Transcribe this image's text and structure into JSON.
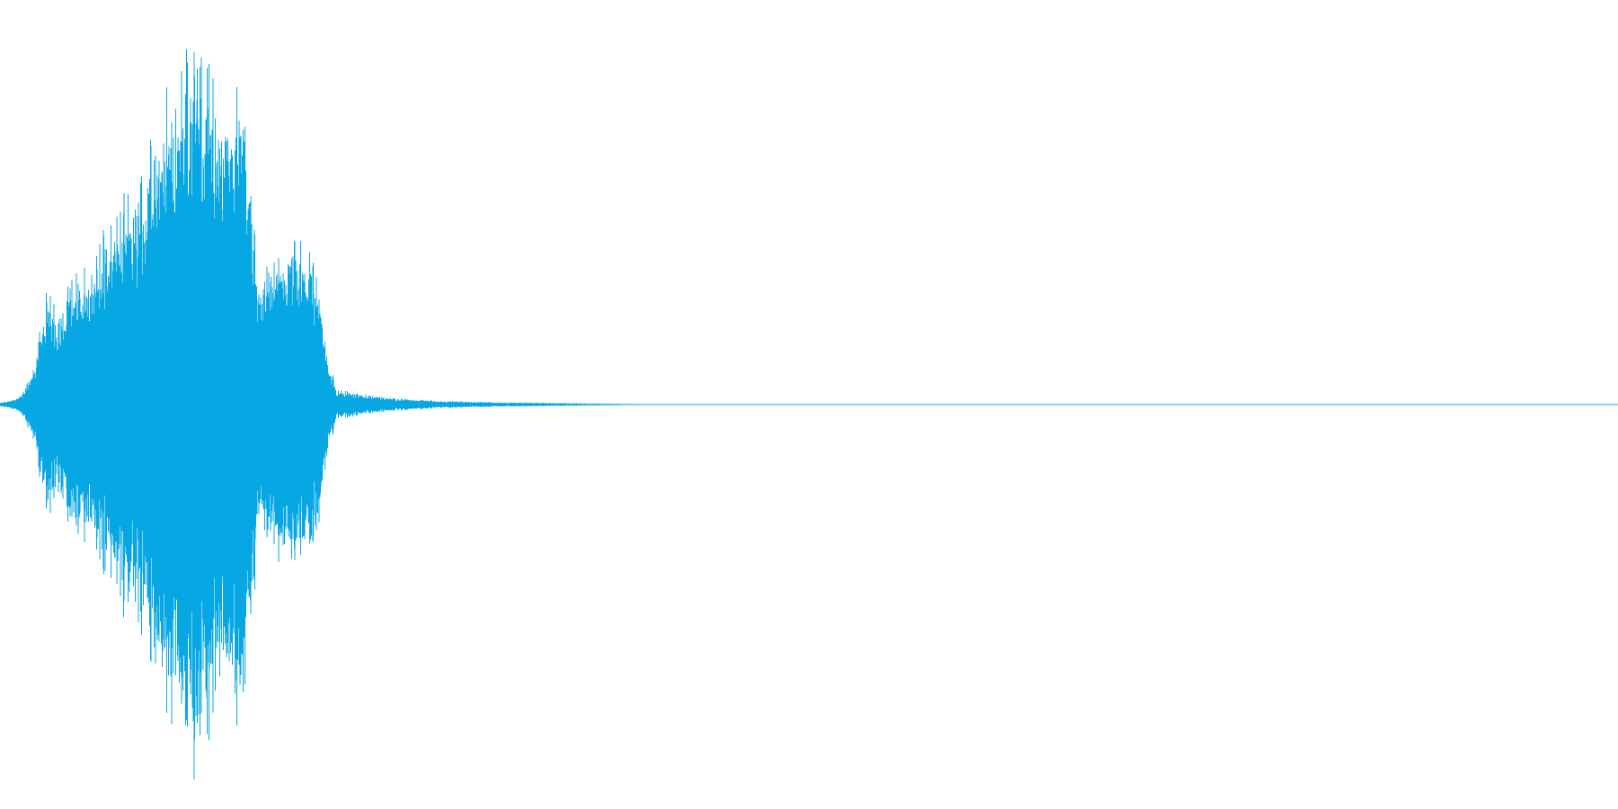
{
  "waveform": {
    "color": "#07a7e3",
    "background": "#ffffff",
    "duration_fraction_visible": 1.0,
    "envelope": [
      {
        "t": 0.0,
        "amp": 0.005
      },
      {
        "t": 0.01,
        "amp": 0.015
      },
      {
        "t": 0.016,
        "amp": 0.045
      },
      {
        "t": 0.022,
        "amp": 0.12
      },
      {
        "t": 0.028,
        "amp": 0.3
      },
      {
        "t": 0.035,
        "amp": 0.26
      },
      {
        "t": 0.045,
        "amp": 0.33
      },
      {
        "t": 0.055,
        "amp": 0.4
      },
      {
        "t": 0.065,
        "amp": 0.46
      },
      {
        "t": 0.075,
        "amp": 0.55
      },
      {
        "t": 0.085,
        "amp": 0.58
      },
      {
        "t": 0.095,
        "amp": 0.72
      },
      {
        "t": 0.105,
        "amp": 0.85
      },
      {
        "t": 0.112,
        "amp": 0.9
      },
      {
        "t": 0.118,
        "amp": 1.0
      },
      {
        "t": 0.128,
        "amp": 0.9
      },
      {
        "t": 0.138,
        "amp": 0.82
      },
      {
        "t": 0.148,
        "amp": 0.88
      },
      {
        "t": 0.155,
        "amp": 0.62
      },
      {
        "t": 0.16,
        "amp": 0.36
      },
      {
        "t": 0.17,
        "amp": 0.4
      },
      {
        "t": 0.18,
        "amp": 0.44
      },
      {
        "t": 0.19,
        "amp": 0.42
      },
      {
        "t": 0.198,
        "amp": 0.3
      },
      {
        "t": 0.203,
        "amp": 0.12
      },
      {
        "t": 0.208,
        "amp": 0.04
      },
      {
        "t": 0.22,
        "amp": 0.03
      },
      {
        "t": 0.24,
        "amp": 0.018
      },
      {
        "t": 0.27,
        "amp": 0.01
      },
      {
        "t": 0.31,
        "amp": 0.006
      },
      {
        "t": 0.36,
        "amp": 0.003
      },
      {
        "t": 0.42,
        "amp": 0.0
      },
      {
        "t": 1.0,
        "amp": 0.0
      }
    ]
  }
}
